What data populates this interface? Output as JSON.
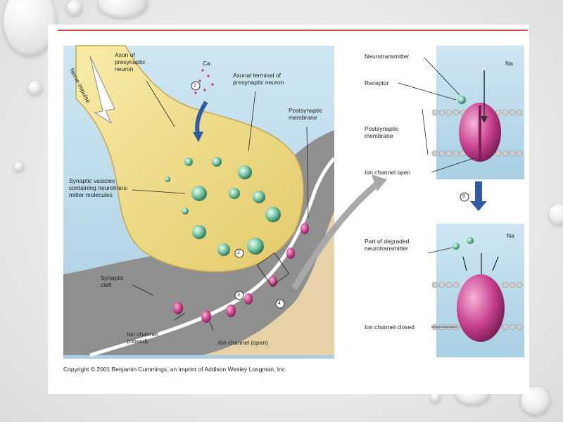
{
  "figure": {
    "left": {
      "nerve_impulse": "Nerve impulse",
      "axon_label": "Axon of\npresynaptic\nneuron",
      "calcium": "Ca",
      "axonal_terminal": "Axonal terminal of\npresynaptic neuron",
      "postsynaptic_membrane": "Postsynaptic\nmembrane",
      "synaptic_vesicles": "Synaptic vesicles\ncontaining neurotrans-\nmitter molecules",
      "synaptic_cleft": "Synaptic\ncleft",
      "ion_channel_closed": "Ion channel\n(closed)",
      "ion_channel_open": "Ion channel (open)",
      "steps": [
        "1",
        "2",
        "3",
        "4"
      ]
    },
    "right_top": {
      "neurotransmitter": "Neurotransmitter",
      "receptor": "Receptor",
      "postsynaptic_membrane": "Postsynaptic\nmembrane",
      "ion_channel_open": "Ion channel open",
      "sodium": "Na"
    },
    "right_bottom": {
      "degraded": "Part of degraded\nneurotransmitter",
      "ion_channel_closed": "Ion channel closed",
      "sodium": "Na",
      "step": "5"
    }
  },
  "copyright": "Copyright © 2001 Benjamin Cummings, an imprint of Addison Wesley Longman, Inc.",
  "colors": {
    "accent_rule": "#c0504d",
    "axon": "#f1e08e",
    "protein": "#c8418e",
    "vesicle": "#6fb89a",
    "cleft": "#8c8c8c"
  }
}
